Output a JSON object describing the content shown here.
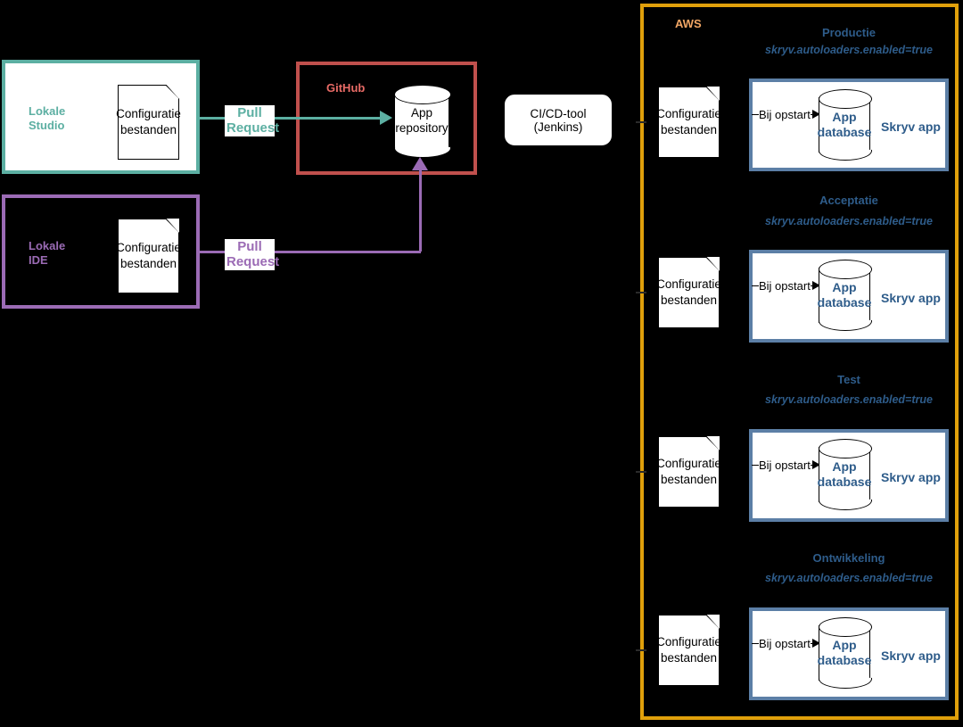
{
  "diagram": {
    "title": "Skryv deployment / configuration flow",
    "colors": {
      "studio": "#5CAFA2",
      "ide": "#9B6BB5",
      "github": "#C0504D",
      "github_label": "#E86B66",
      "aws": "#E0A00B",
      "aws_label": "#F2A665",
      "env_border": "#5C7FA6",
      "env_text": "#2E5C8A",
      "note_fill": "#FFFFFF",
      "background": "#000000"
    }
  },
  "left": {
    "studio": {
      "label": "Lokale\nStudio",
      "note": "Configuratie\nbestanden",
      "edge_label": "Pull\nRequest"
    },
    "ide": {
      "label": "Lokale\nIDE",
      "note": "Configuratie\nbestanden",
      "edge_label": "Pull\nRequest"
    }
  },
  "github": {
    "label": "GitHub",
    "repository": "App\nrepository"
  },
  "cicd": {
    "label": "CI/CD-tool (Jenkins)"
  },
  "aws": {
    "label": "AWS",
    "note_label": "Configuratie\nbestanden",
    "startup_label": "Bij opstart",
    "database_label": "App\ndatabase",
    "app_label": "Skryv app",
    "environments": [
      {
        "title": "Productie",
        "setting": "skryv.autoloaders.enabled=true"
      },
      {
        "title": "Acceptatie",
        "setting": "skryv.autoloaders.enabled=true"
      },
      {
        "title": "Test",
        "setting": "skryv.autoloaders.enabled=true"
      },
      {
        "title": "Ontwikkeling",
        "setting": "skryv.autoloaders.enabled=true"
      }
    ]
  }
}
